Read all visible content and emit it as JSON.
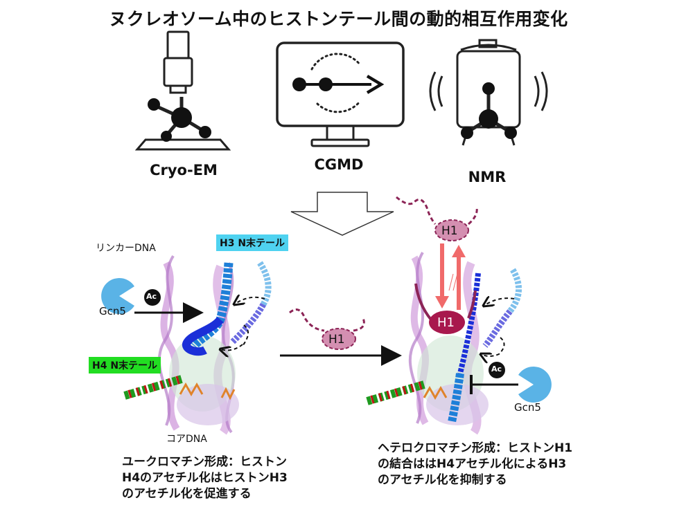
{
  "title": "ヌクレオソーム中のヒストンテール間の動的相互作用変化",
  "methods": [
    "Cryo-EM",
    "CGMD",
    "NMR"
  ],
  "left": {
    "linker_dna": "リンカーDNA",
    "h3_tail": "H3 N末テール",
    "h4_tail": "H4 N末テール",
    "gcn5": "Gcn5",
    "ac": "Ac",
    "core_dna": "コアDNA",
    "caption": [
      "ユークロマチン形成：ヒストン",
      "H4のアセチル化はヒストンH3",
      "のアセチル化を促進する"
    ]
  },
  "middle": {
    "h1": "H1"
  },
  "right": {
    "h1_top": "H1",
    "h1_bound": "H1",
    "gcn5": "Gcn5",
    "ac": "Ac",
    "caption": [
      "ヘテロクロマチン形成：ヒストンH1",
      "の結合ははH4アセチル化によるH3",
      "のアセチル化を抑制する"
    ]
  },
  "colors": {
    "h3_tag_bg": "#4fd2f0",
    "h4_tag_bg": "#22dd22",
    "gcn5": "#5ab3e6",
    "h1_light": "#d48fb1",
    "h1_dark": "#a8184d",
    "red_arrow": "#f06a6a",
    "dna": "#c88ad6",
    "tail_blue": "#1b2fd8"
  }
}
